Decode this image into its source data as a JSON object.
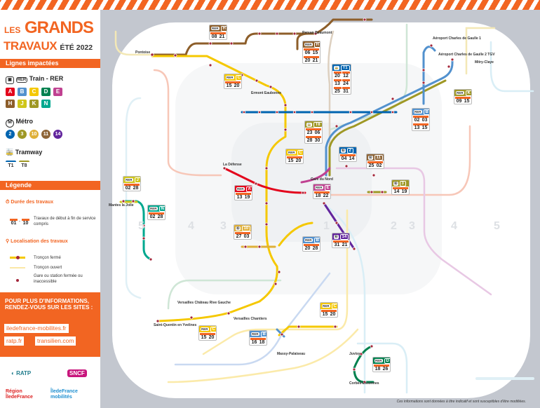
{
  "header": {
    "les": "LES",
    "grands": "GRANDS",
    "travaux": "TRAVAUX",
    "ete": "ÉTÉ 2022"
  },
  "sections": {
    "lines": "Lignes impactées",
    "legend": "Légende"
  },
  "lines": {
    "train_label": "Train - RER",
    "rer_icon": "RER",
    "rer": [
      {
        "id": "A",
        "color": "#e3051c"
      },
      {
        "id": "B",
        "color": "#5291ce"
      },
      {
        "id": "C",
        "color": "#f5c800"
      },
      {
        "id": "D",
        "color": "#00814f"
      },
      {
        "id": "E",
        "color": "#c04191"
      },
      {
        "id": "H",
        "color": "#8d5e2a"
      },
      {
        "id": "J",
        "color": "#cfc61a"
      },
      {
        "id": "K",
        "color": "#9f9825"
      },
      {
        "id": "N",
        "color": "#00a88f"
      }
    ],
    "metro_label": "Métro",
    "metro_icon": "M",
    "metro": [
      {
        "id": "2",
        "color": "#0064b0"
      },
      {
        "id": "3",
        "color": "#9f9825"
      },
      {
        "id": "10",
        "color": "#dfb039"
      },
      {
        "id": "11",
        "color": "#8e6538"
      },
      {
        "id": "14",
        "color": "#62259d"
      }
    ],
    "tram_label": "Tramway",
    "tram": [
      {
        "id": "T1",
        "color": "#0064b0"
      },
      {
        "id": "T8",
        "color": "#9f9825"
      }
    ]
  },
  "legend": {
    "duration_title": "Durée des travaux",
    "duration_example": [
      "01",
      "10"
    ],
    "duration_text": "Travaux de début à fin de service compris",
    "location_title": "Localisation des travaux",
    "closed": "Tronçon fermé",
    "open": "Tronçon ouvert",
    "station": "Gare ou station fermée ou inaccessible"
  },
  "info": {
    "text": "POUR PLUS D'INFORMATIONS, RENDEZ-VOUS SUR LES SITES :",
    "links": [
      "iledefrance-mobilites.fr",
      "ratp.fr",
      "transilien.com"
    ]
  },
  "logos": {
    "ratp": "RATP",
    "sncf": "SNCF",
    "region": "Région ÎledeFrance",
    "idfm": "ÎledeFrance mobilités"
  },
  "badges": [
    {
      "line": "H",
      "type": "RER",
      "color": "#8d5e2a",
      "dates": [
        [
          "08",
          "21"
        ]
      ]
    },
    {
      "line": "H",
      "type": "RER",
      "color": "#8d5e2a",
      "dates": [
        [
          "06",
          "15"
        ],
        [
          "20",
          "21"
        ]
      ]
    },
    {
      "line": "C",
      "type": "RER",
      "color": "#f5c800",
      "dates": [
        [
          "15",
          "20"
        ]
      ]
    },
    {
      "line": "T1",
      "type": "TRAM",
      "color": "#0064b0",
      "dates": [
        [
          "20",
          "12"
        ],
        [
          "13",
          "24"
        ],
        [
          "25",
          "31"
        ]
      ]
    },
    {
      "line": "T8",
      "type": "TRAM",
      "color": "#9f9825",
      "dates": [
        [
          "23",
          "06"
        ],
        [
          "28",
          "30"
        ]
      ]
    },
    {
      "line": "K",
      "type": "RER",
      "color": "#9f9825",
      "dates": [
        [
          "09",
          "15"
        ]
      ]
    },
    {
      "line": "B",
      "type": "RER",
      "color": "#5291ce",
      "dates": [
        [
          "02",
          "03"
        ],
        [
          "13",
          "15"
        ]
      ]
    },
    {
      "line": "2",
      "type": "M",
      "color": "#0064b0",
      "dates": [
        [
          "04",
          "14"
        ]
      ]
    },
    {
      "line": "11",
      "type": "M",
      "color": "#8e6538",
      "dates": [
        [
          "25",
          "02"
        ]
      ]
    },
    {
      "line": "3",
      "type": "M",
      "color": "#9f9825",
      "dates": [
        [
          "14",
          "19"
        ]
      ]
    },
    {
      "line": "C",
      "type": "RER",
      "color": "#f5c800",
      "dates": [
        [
          "15",
          "20"
        ]
      ]
    },
    {
      "line": "E",
      "type": "RER",
      "color": "#c04191",
      "dates": [
        [
          "18",
          "22"
        ]
      ]
    },
    {
      "line": "A",
      "type": "RER",
      "color": "#e3051c",
      "dates": [
        [
          "13",
          "19"
        ]
      ]
    },
    {
      "line": "J",
      "type": "RER",
      "color": "#cfc61a",
      "dates": [
        [
          "02",
          "28"
        ]
      ]
    },
    {
      "line": "N",
      "type": "RER",
      "color": "#00a88f",
      "dates": [
        [
          "02",
          "28"
        ]
      ]
    },
    {
      "line": "10",
      "type": "M",
      "color": "#dfb039",
      "dates": [
        [
          "27",
          "03"
        ]
      ]
    },
    {
      "line": "B",
      "type": "RER",
      "color": "#5291ce",
      "dates": [
        [
          "20",
          "28"
        ]
      ]
    },
    {
      "line": "14",
      "type": "M",
      "color": "#62259d",
      "dates": [
        [
          "31",
          "21"
        ]
      ]
    },
    {
      "line": "C",
      "type": "RER",
      "color": "#f5c800",
      "dates": [
        [
          "15",
          "20"
        ]
      ]
    },
    {
      "line": "C",
      "type": "RER",
      "color": "#f5c800",
      "dates": [
        [
          "15",
          "20"
        ]
      ]
    },
    {
      "line": "B",
      "type": "RER",
      "color": "#5291ce",
      "dates": [
        [
          "16",
          "18"
        ]
      ]
    },
    {
      "line": "D",
      "type": "RER",
      "color": "#00814f",
      "dates": [
        [
          "18",
          "26"
        ]
      ]
    }
  ],
  "stations": [
    "Pontoise",
    "Persan Beaumont",
    "Ermont Eaubonne",
    "La Défense",
    "Gare du Nord",
    "Aéroport Charles de Gaulle 1",
    "Aéroport Charles de Gaulle 2 TGV",
    "Mitry-Claye",
    "Mantes la Jolie",
    "Versailles Château Rive Gauche",
    "Versailles Chantiers",
    "Saint-Quentin en Yvelines",
    "Massy-Palaiseau",
    "Juvisy",
    "Corbeil-Essonnes"
  ],
  "zones": [
    "5",
    "4",
    "3",
    "1",
    "2",
    "3",
    "4",
    "5"
  ],
  "disclaimer": "Ces informations sont données à titre indicatif et sont susceptibles d'être modifiées."
}
